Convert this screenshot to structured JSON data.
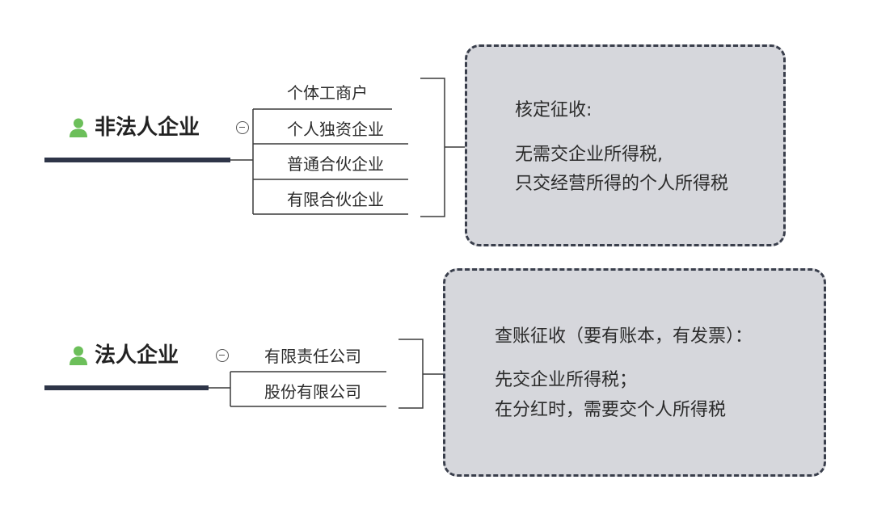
{
  "colors": {
    "branch_line": "#2e3548",
    "connector": "#3a3a3a",
    "note_fill": "#d6d7dc",
    "note_border": "#3a3f4c",
    "icon_green": "#6cbf5a",
    "text": "#2b2b2b"
  },
  "icons": {
    "branch_icon": "person-icon",
    "toggle_icon": "collapse-icon"
  },
  "branches": [
    {
      "title": "非法人企业",
      "items": [
        "个体工商户",
        "个人独资企业",
        "普通合伙企业",
        "有限合伙企业"
      ],
      "note": {
        "heading": "核定征收:",
        "lines": [
          "无需交企业所得税,",
          "只交经营所得的个人所得税"
        ]
      }
    },
    {
      "title": "法人企业",
      "items": [
        "有限责任公司",
        "股份有限公司"
      ],
      "note": {
        "heading": "查账征收（要有账本，有发票）：",
        "lines": [
          "先交企业所得税；",
          "在分红时，需要交个人所得税"
        ]
      }
    }
  ]
}
